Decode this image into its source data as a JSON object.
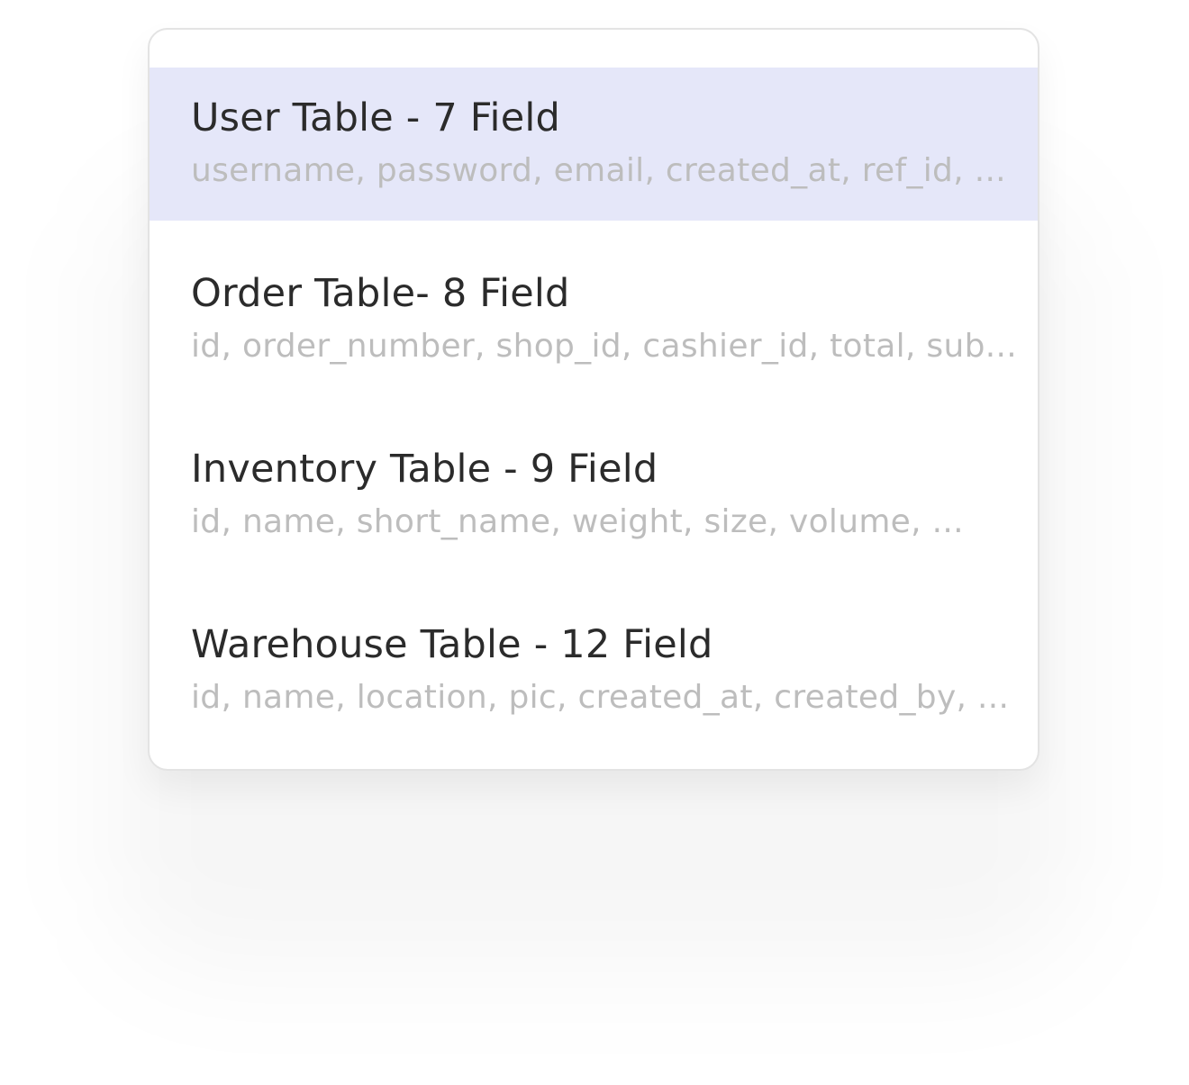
{
  "tables": [
    {
      "title": "User Table - 7 Field",
      "fields": "username, password, email, created_at, ref_id, ...",
      "selected": true
    },
    {
      "title": "Order Table- 8 Field",
      "fields": "id, order_number, shop_id, cashier_id, total, sub...",
      "selected": false
    },
    {
      "title": "Inventory Table - 9 Field",
      "fields": "id, name, short_name, weight, size, volume, ...",
      "selected": false
    },
    {
      "title": "Warehouse Table - 12 Field",
      "fields": "id, name, location, pic, created_at, created_by, ...",
      "selected": false
    }
  ],
  "colors": {
    "selected_background": "#e5e7f9",
    "title_text": "#2b2b2b",
    "fields_text": "#bdbdbd",
    "panel_border": "#e3e3e3"
  }
}
